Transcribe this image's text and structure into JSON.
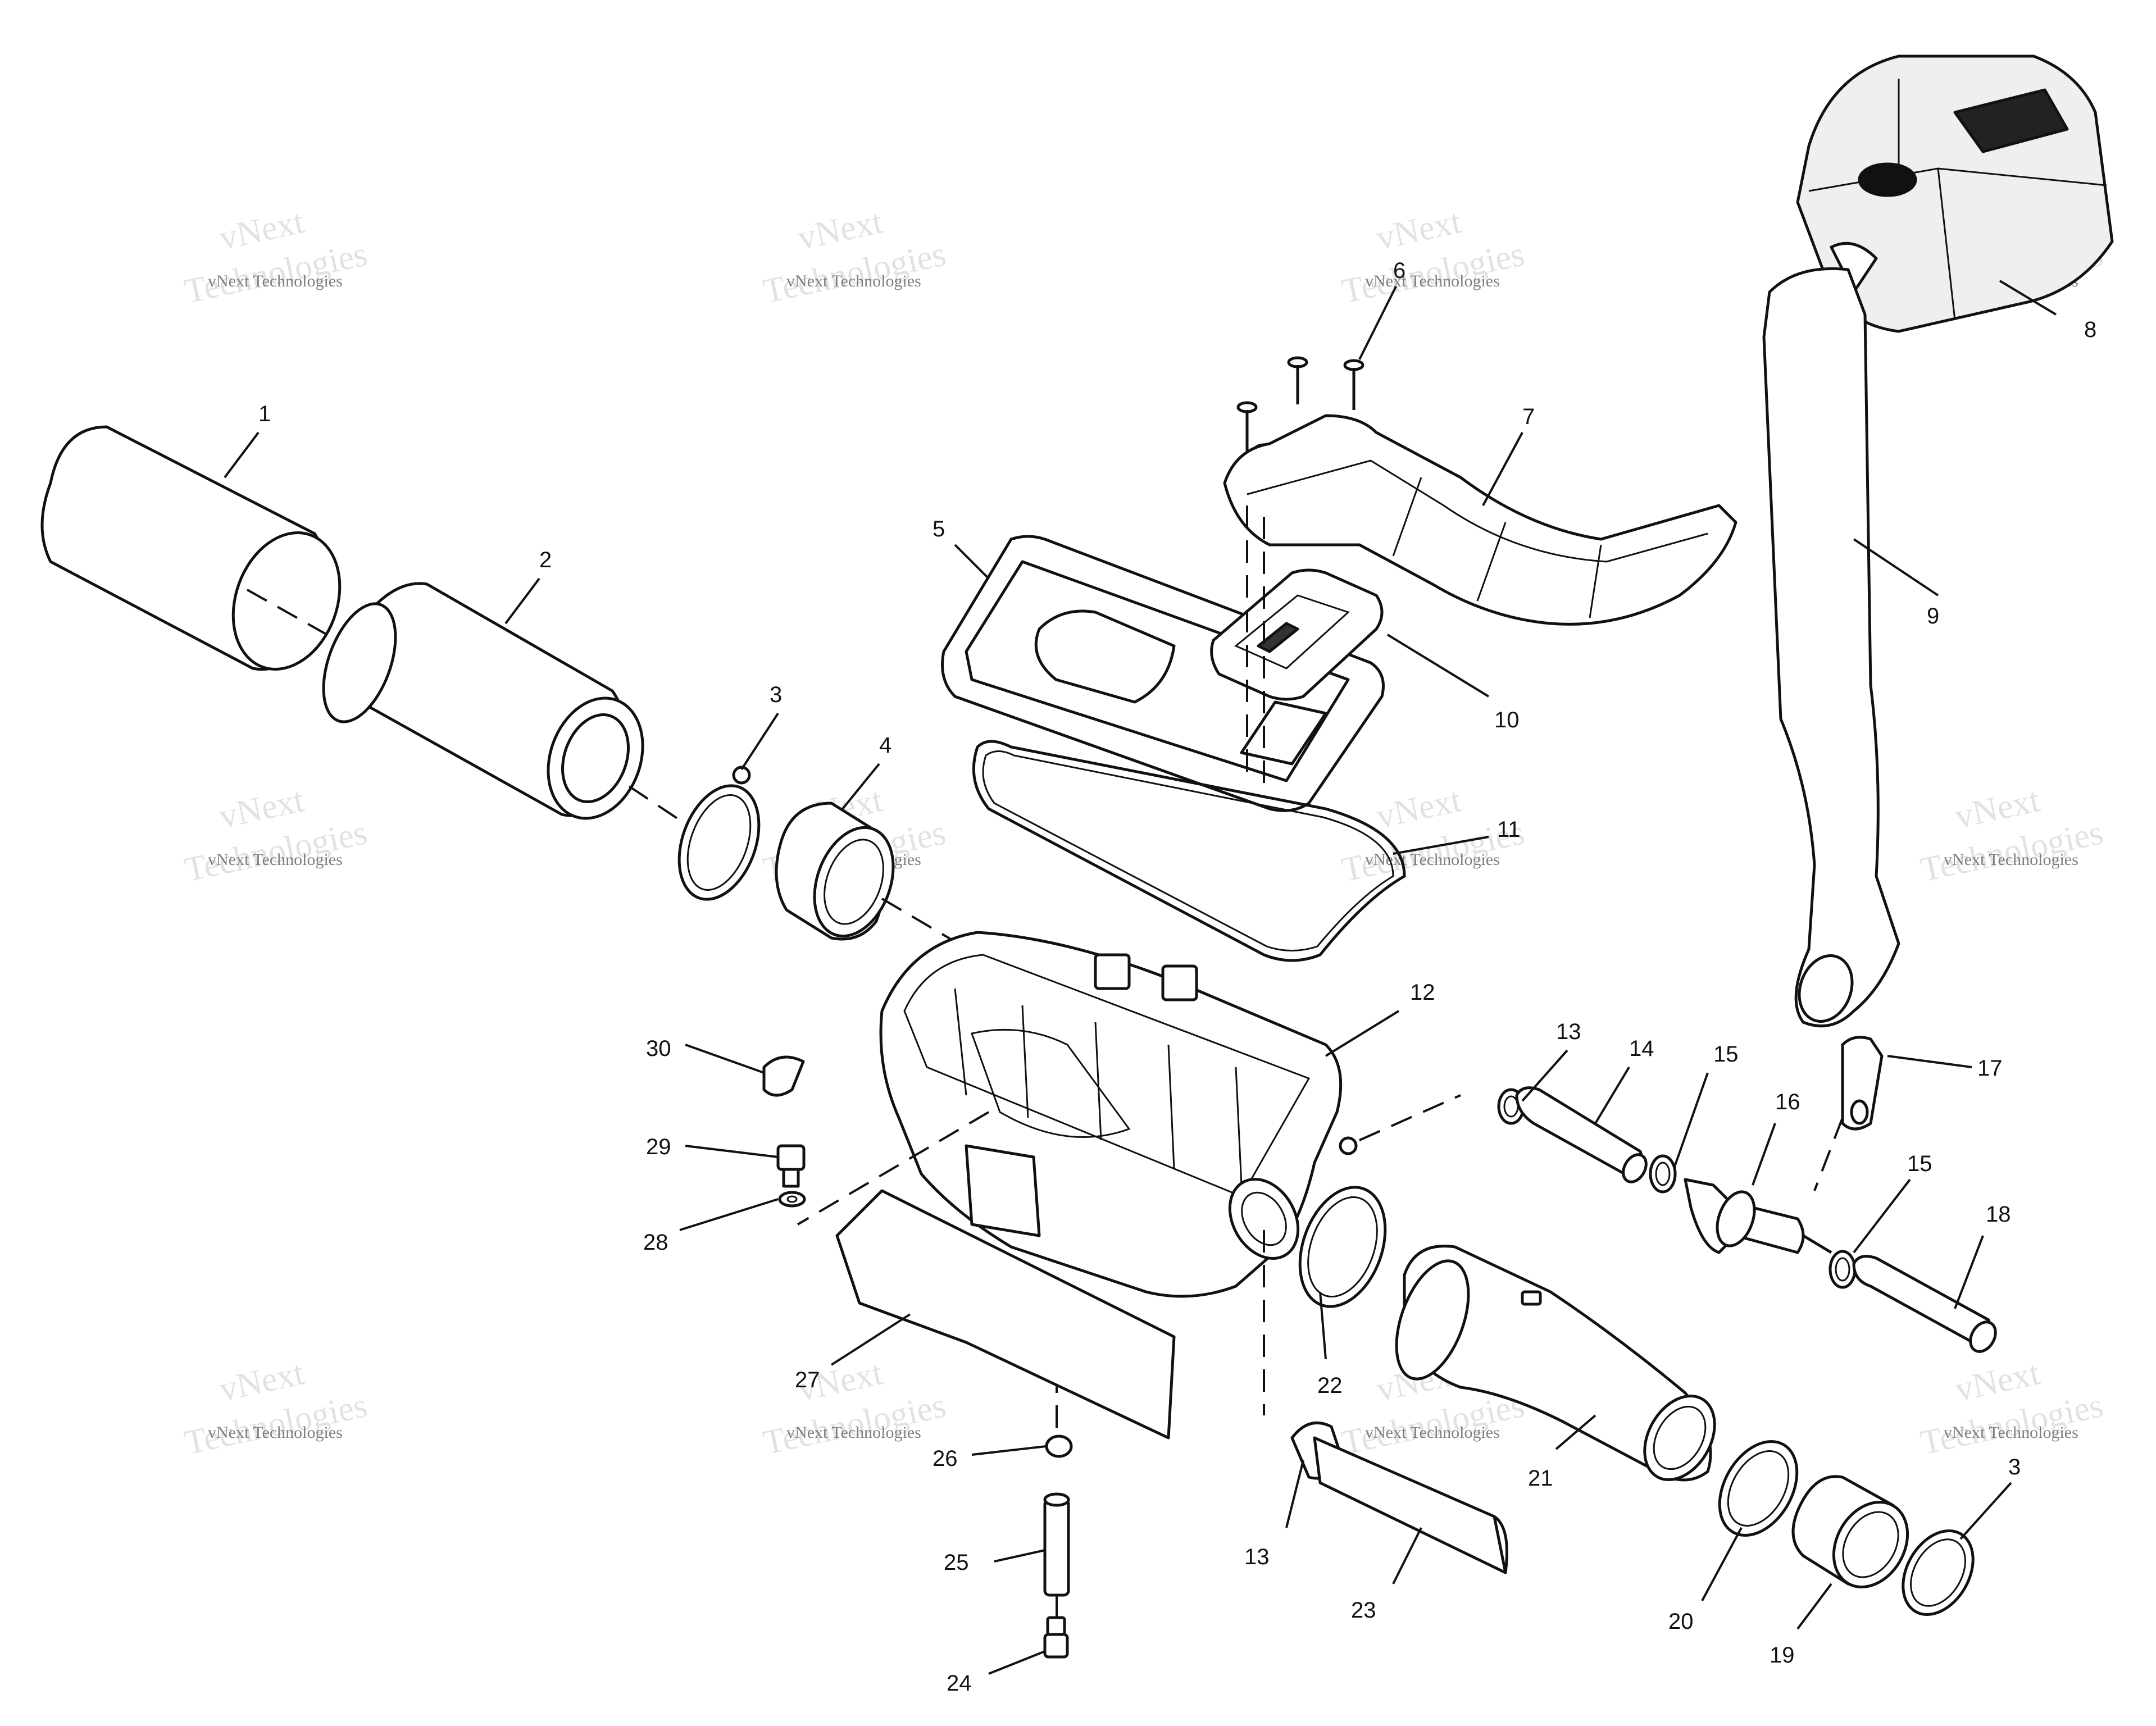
{
  "watermark": {
    "small_line": "vNext Technologies",
    "big_line1": "vNext",
    "big_line2": "Technologies"
  },
  "callouts": [
    "1",
    "2",
    "3",
    "4",
    "5",
    "6",
    "7",
    "8",
    "9",
    "10",
    "11",
    "12",
    "13",
    "14",
    "15",
    "16",
    "17",
    "15",
    "18",
    "3",
    "19",
    "20",
    "21",
    "22",
    "13",
    "23",
    "24",
    "25",
    "26",
    "27",
    "28",
    "29",
    "30"
  ]
}
